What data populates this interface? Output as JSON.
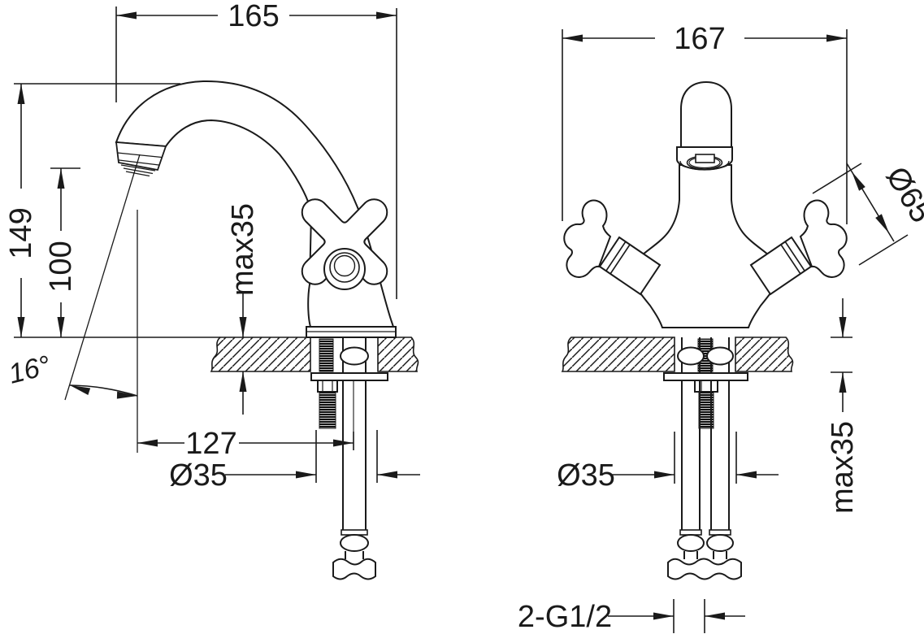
{
  "drawing": {
    "background": "#ffffff",
    "line_color": "#1a1a1a",
    "side_view": {
      "dim_overall_width": "165",
      "dim_overall_height": "149",
      "dim_spout_height": "100",
      "dim_max_deck_thickness": "max35",
      "dim_spout_angle": "16°",
      "dim_spout_reach": "127",
      "dim_mounting_hole_diameter": "Ø35"
    },
    "front_view": {
      "dim_overall_width": "167",
      "dim_handle_diameter": "Ø65",
      "dim_max_deck_thickness": "max35",
      "dim_mounting_hole_diameter": "Ø35",
      "dim_supply_thread": "2-G1/2"
    }
  }
}
